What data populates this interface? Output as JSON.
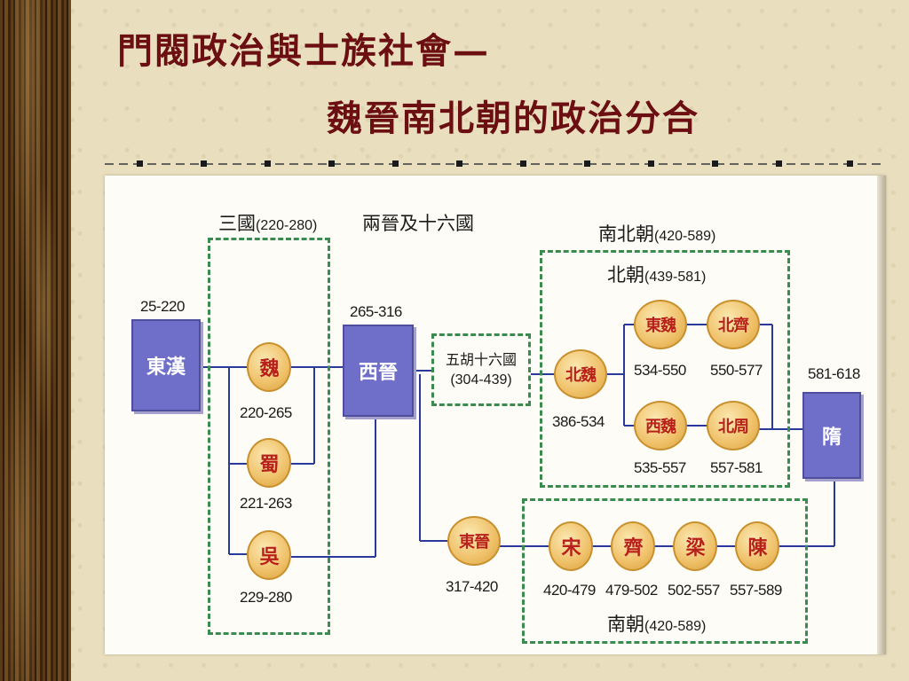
{
  "title": {
    "line1": "門閥政治與士族社會—",
    "line2": "魏晉南北朝的政治分合"
  },
  "colors": {
    "title": "#6b0f12",
    "box": "#6f6ec8",
    "line": "#2a3a9c",
    "group_border": "#3b8a50",
    "coin_text": "#b8201b"
  },
  "groups": {
    "sanguo": {
      "name": "三國",
      "years": "(220-280)"
    },
    "liangjin": {
      "name": "兩晉及十六國"
    },
    "nanbeichao": {
      "name": "南北朝",
      "years": "(420-589)"
    },
    "beichao": {
      "name": "北朝",
      "years": "(439-581)"
    },
    "nanchao": {
      "name": "南朝",
      "years": "(420-589)"
    }
  },
  "nodes": {
    "donghan": {
      "name": "東漢",
      "years": "25-220"
    },
    "wei": {
      "name": "魏",
      "years": "220-265"
    },
    "shu": {
      "name": "蜀",
      "years": "221-263"
    },
    "wu": {
      "name": "吳",
      "years": "229-280"
    },
    "xijin": {
      "name": "西晉",
      "years": "265-316"
    },
    "wuhu": {
      "name": "五胡十六國",
      "years": "(304-439)"
    },
    "dongjin": {
      "name": "東晉",
      "years": "317-420"
    },
    "beiwei": {
      "name": "北魏",
      "years": "386-534"
    },
    "dongwei": {
      "name": "東魏",
      "years": "534-550"
    },
    "beiqi": {
      "name": "北齊",
      "years": "550-577"
    },
    "xiwei": {
      "name": "西魏",
      "years": "535-557"
    },
    "beizhou": {
      "name": "北周",
      "years": "557-581"
    },
    "song": {
      "name": "宋",
      "years": "420-479"
    },
    "qi": {
      "name": "齊",
      "years": "479-502"
    },
    "liang": {
      "name": "梁",
      "years": "502-557"
    },
    "chen": {
      "name": "陳",
      "years": "557-589"
    },
    "sui": {
      "name": "隋",
      "years": "581-618"
    }
  }
}
